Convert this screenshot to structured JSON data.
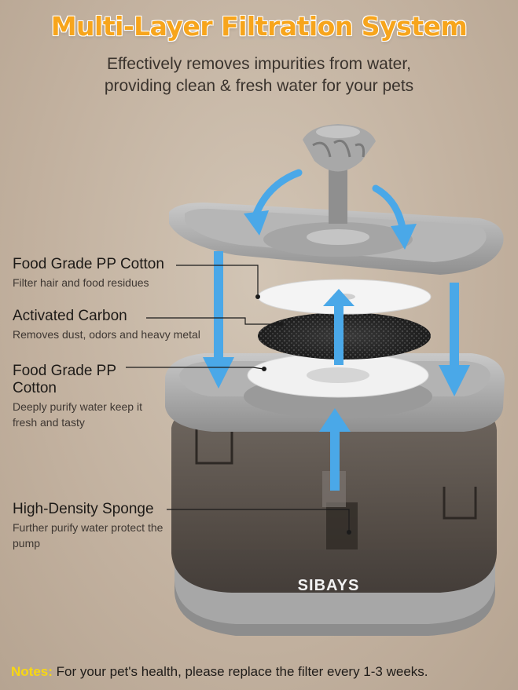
{
  "header": {
    "title": "Multi-Layer Filtration System",
    "subtitle_line1": "Effectively removes impurities from water,",
    "subtitle_line2": "providing clean & fresh water for your pets"
  },
  "layers": [
    {
      "name": "Food Grade PP Cotton",
      "desc": "Filter hair and food residues"
    },
    {
      "name": "Activated Carbon",
      "desc": "Removes dust, odors and heavy metal"
    },
    {
      "name": "Food Grade PP Cotton",
      "desc": "Deeply purify water keep it fresh and tasty"
    },
    {
      "name": "High-Density Sponge",
      "desc": "Further purify water protect the pump"
    }
  ],
  "brand": "SIBAYS",
  "notes": {
    "key": "Notes:",
    "text": " For your pet's health, please replace the filter every 1-3 weeks."
  },
  "colors": {
    "title": "#f7a51c",
    "arrow": "#4aa8e8",
    "notes_key": "#f8d711",
    "tank": "#4e4640",
    "frame": "#9e9e9e"
  },
  "icons": {
    "flow_arrows": "arrow-icon"
  }
}
